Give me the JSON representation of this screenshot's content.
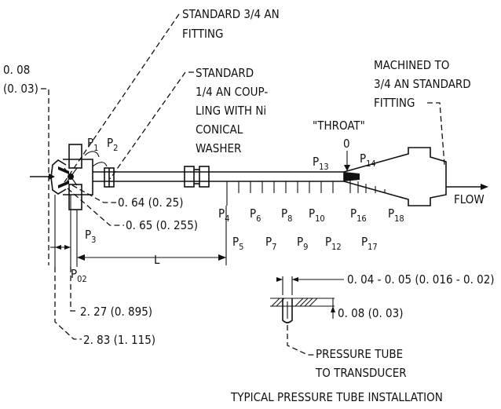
{
  "labels": {
    "fitting_34": [
      "STANDARD 3/4 AN",
      "FITTING"
    ],
    "coupling_14": [
      "STANDARD",
      "1/4 AN COUP-",
      "LING WITH Ni",
      "CONICAL",
      "WASHER"
    ],
    "machined": [
      "MACHINED TO",
      "3/4 AN STANDARD",
      "FITTING"
    ],
    "throat": "\"THROAT\"",
    "throat_zero": "0",
    "flow": "FLOW",
    "length": "L",
    "dim_008": [
      "0. 08",
      "(0. 03)"
    ],
    "dim_064": "0. 64 (0. 25)",
    "dim_065": "0. 65 (0. 255)",
    "dim_227": "2. 27 (0. 895)",
    "dim_283": "2. 83 (1. 115)",
    "inset_gap": "0. 04 - 0. 05 (0. 016 - 0. 02)",
    "inset_depth": "0. 08 (0. 03)",
    "pressure_tube": [
      "PRESSURE TUBE",
      "TO TRANSDUCER"
    ],
    "caption": "TYPICAL PRESSURE TUBE INSTALLATION"
  },
  "pressure_taps": [
    {
      "base": "P",
      "sub": "1"
    },
    {
      "base": "P",
      "sub": "2"
    },
    {
      "base": "P",
      "sub": "3"
    },
    {
      "base": "P",
      "sub": "02"
    },
    {
      "base": "P",
      "sub": "4"
    },
    {
      "base": "P",
      "sub": "5"
    },
    {
      "base": "P",
      "sub": "6"
    },
    {
      "base": "P",
      "sub": "7"
    },
    {
      "base": "P",
      "sub": "8"
    },
    {
      "base": "P",
      "sub": "9"
    },
    {
      "base": "P",
      "sub": "10"
    },
    {
      "base": "P",
      "sub": "12"
    },
    {
      "base": "P",
      "sub": "13"
    },
    {
      "base": "P",
      "sub": "14"
    },
    {
      "base": "P",
      "sub": "16"
    },
    {
      "base": "P",
      "sub": "17"
    },
    {
      "base": "P",
      "sub": "18"
    }
  ]
}
